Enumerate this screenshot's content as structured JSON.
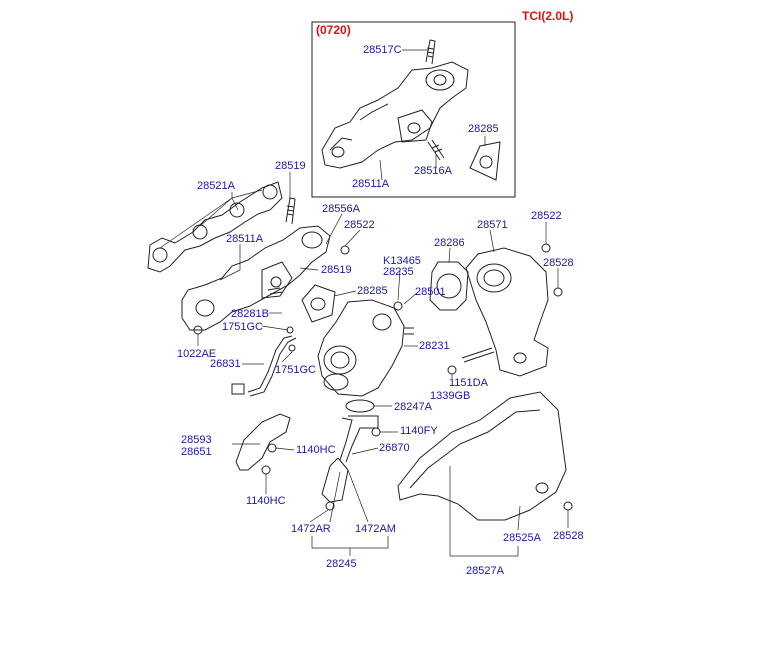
{
  "header": {
    "model": "TCI(2.0L)",
    "variant": "(0720)"
  },
  "callouts": {
    "c28517C": "28517C",
    "c28511A_inset": "28511A",
    "c28516A": "28516A",
    "c28285_inset": "28285",
    "c28521A": "28521A",
    "c28519_top": "28519",
    "c28556A": "28556A",
    "c28522_left": "28522",
    "c28511A": "28511A",
    "c28519_mid": "28519",
    "c28285": "28285",
    "c28281B": "28281B",
    "c1751GC_top": "1751GC",
    "c1022AE": "1022AE",
    "c28831": "26831",
    "c1751GC_bot": "1751GC",
    "cK13465": "K13465",
    "c28235": "28235",
    "c28501": "28501",
    "c28231": "28231",
    "c28286": "28286",
    "c28571": "28571",
    "c28522_right": "28522",
    "c28528_top": "28528",
    "c1151DA": "1151DA",
    "c1339GB": "1339GB",
    "c28247A": "28247A",
    "c1140FY": "1140FY",
    "c26870": "26870",
    "c28593": "28593",
    "c28651": "28651",
    "c1140HC_a": "1140HC",
    "c1140HC_b": "1140HC",
    "c1472AR": "1472AR",
    "c1472AM": "1472AM",
    "c28245": "28245",
    "c28525A": "28525A",
    "c28528_bot": "28528",
    "c28527A": "28527A"
  }
}
